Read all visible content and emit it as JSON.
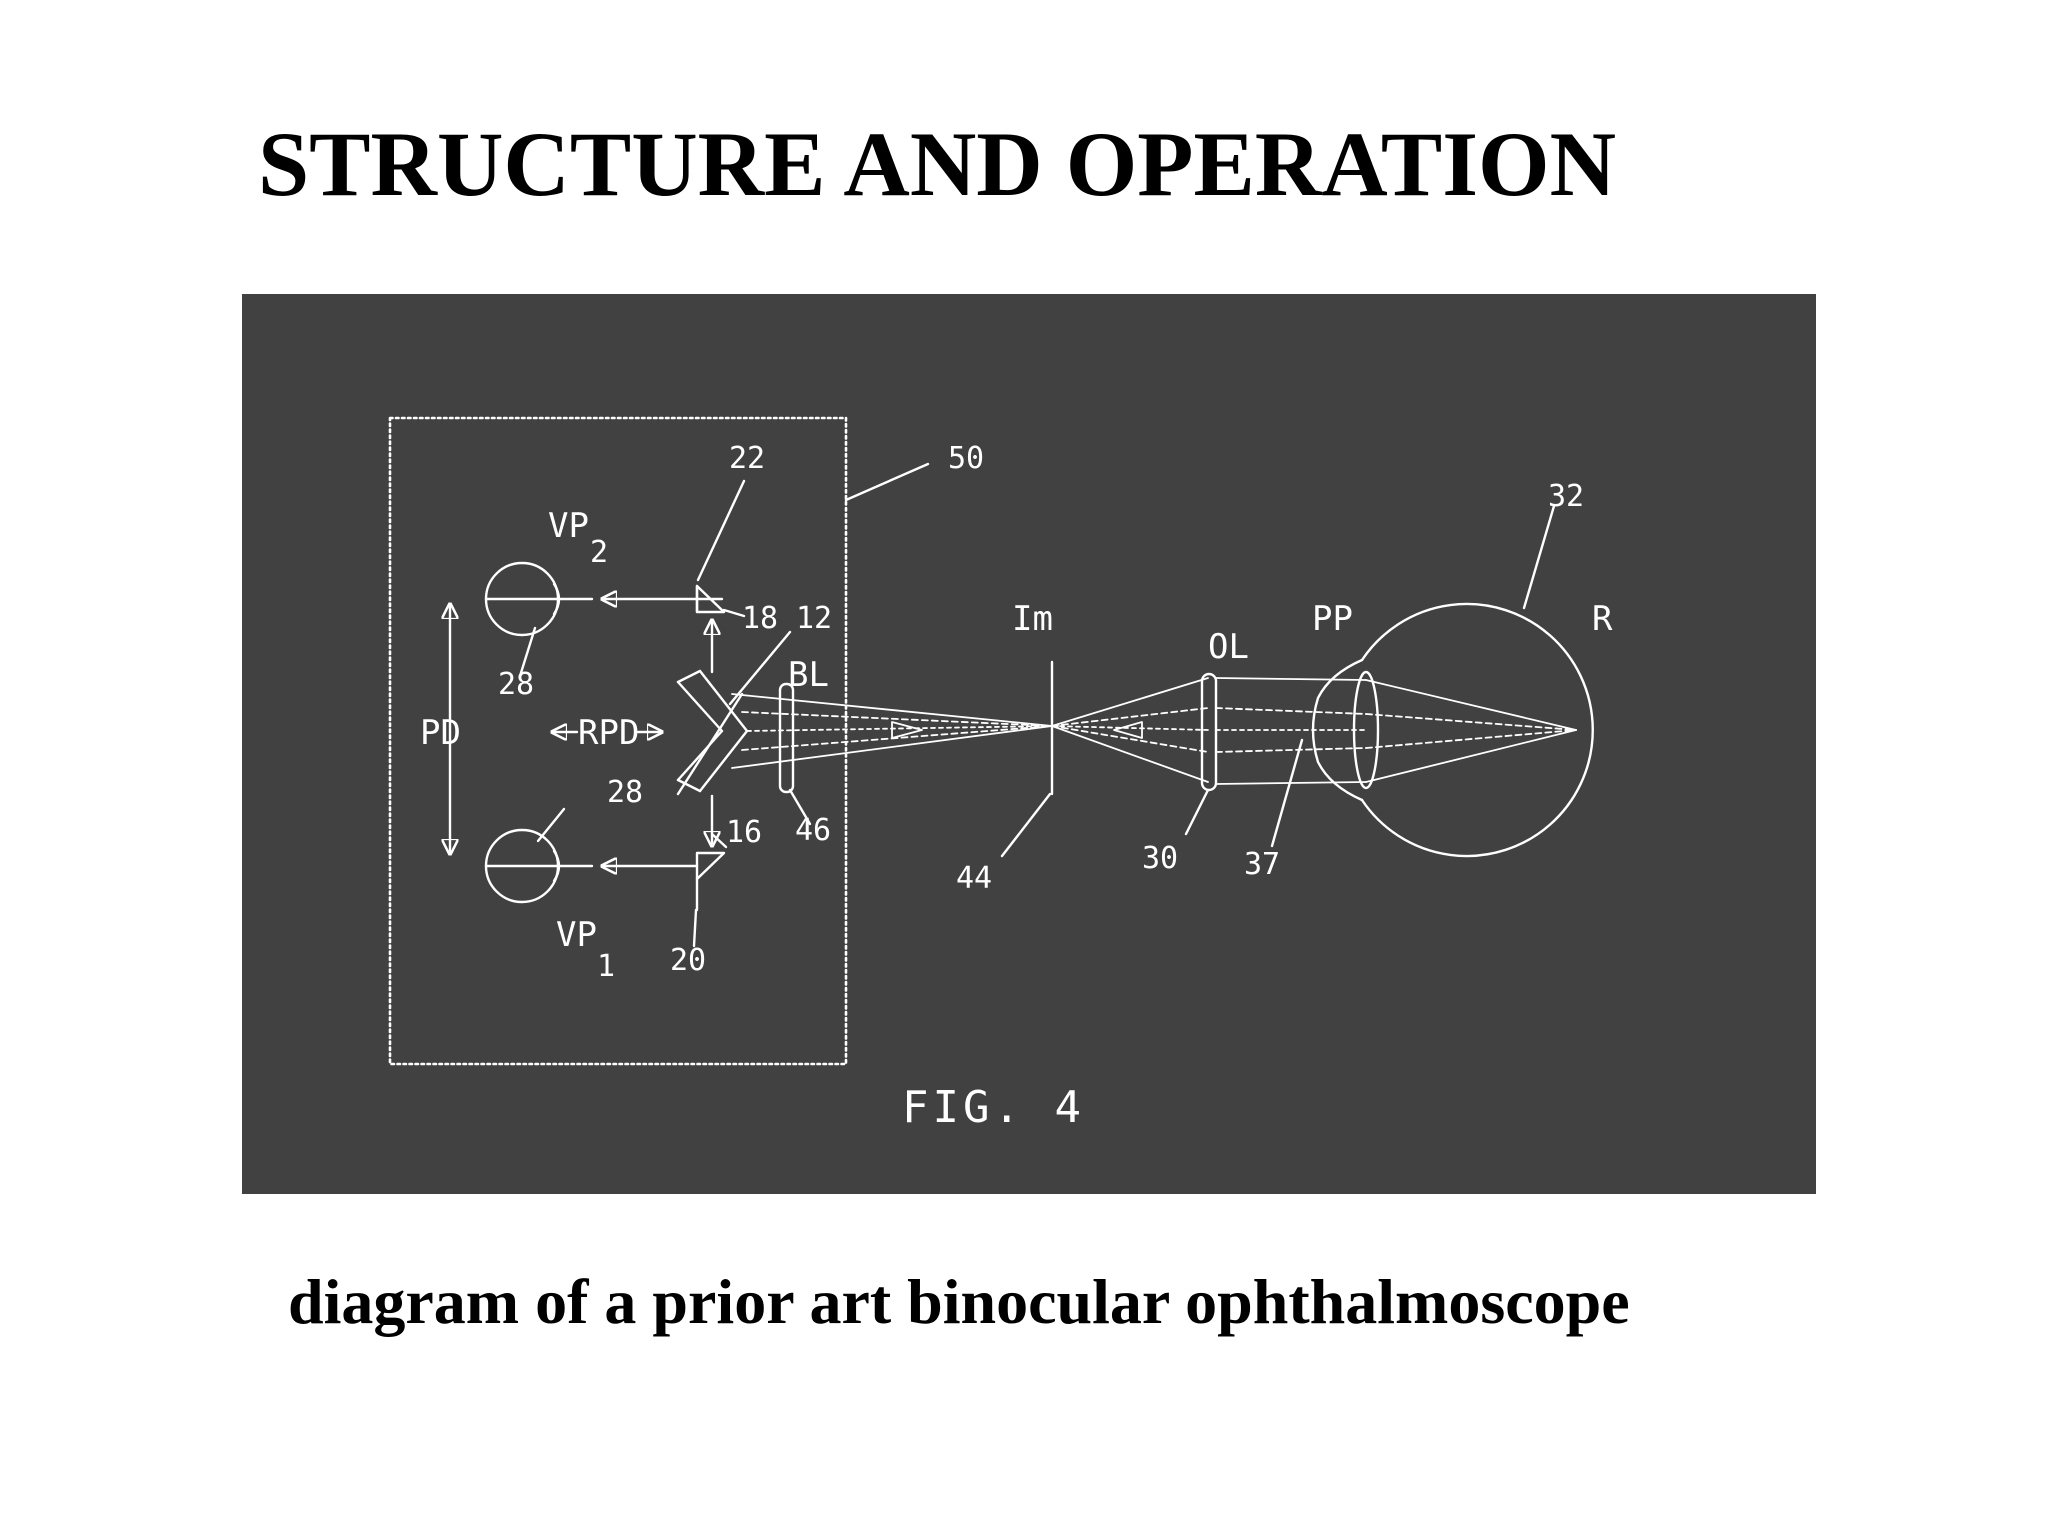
{
  "slide": {
    "title": "STRUCTURE AND OPERATION",
    "caption": "diagram of a prior art binocular ophthalmoscope"
  },
  "figure": {
    "caption": "FIG. 4",
    "labels": {
      "n22": "22",
      "n50": "50",
      "n32": "32",
      "vp2_main": "VP",
      "vp2_sub": "2",
      "vp1_main": "VP",
      "vp1_sub": "1",
      "n18": "18",
      "n12": "12",
      "bl": "BL",
      "n28_top": "28",
      "n28_bottom": "28",
      "pd": "PD",
      "rpd": "RPD",
      "n16": "16",
      "n46": "46",
      "n20": "20",
      "im": "Im",
      "n44": "44",
      "ol": "OL",
      "n30": "30",
      "pp": "PP",
      "n37": "37",
      "r": "R"
    },
    "colors": {
      "panel_background": "#414141",
      "line_art": "#ffffff"
    }
  }
}
